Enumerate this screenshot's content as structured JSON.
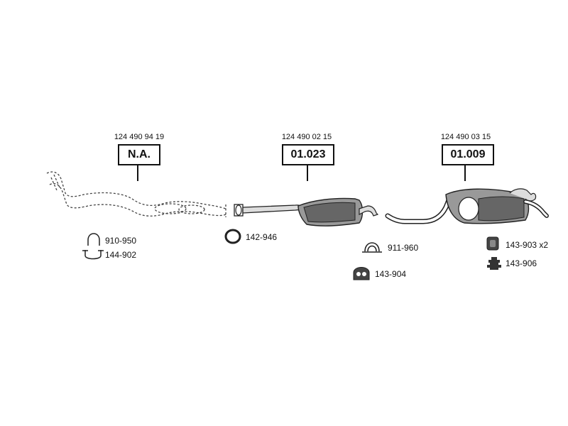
{
  "sections": [
    {
      "oe_number": "124 490 94 19",
      "part_code": "N.A."
    },
    {
      "oe_number": "124 490 02 15",
      "part_code": "01.023"
    },
    {
      "oe_number": "124 490 03 15",
      "part_code": "01.009"
    }
  ],
  "accessories": [
    {
      "code": "910-950",
      "icon": "u-clamp-icon"
    },
    {
      "code": "144-902",
      "icon": "u-bolt-clamp-icon"
    },
    {
      "code": "142-946",
      "icon": "gasket-ring-icon"
    },
    {
      "code": "911-960",
      "icon": "pipe-clamp-icon"
    },
    {
      "code": "143-904",
      "icon": "rubber-mount-icon"
    },
    {
      "code": "143-903 x2",
      "icon": "rubber-block-icon"
    },
    {
      "code": "143-906",
      "icon": "rubber-hanger-icon"
    }
  ]
}
